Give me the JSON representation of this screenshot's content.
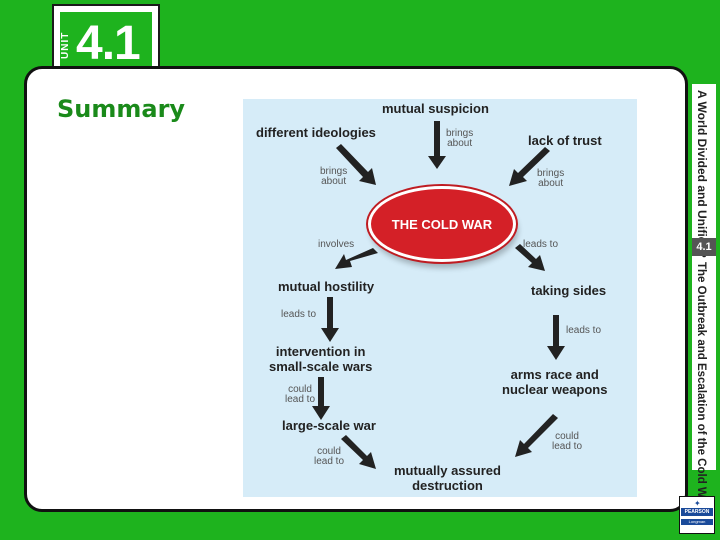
{
  "unit": {
    "word": "UNIT",
    "number": "4.1"
  },
  "slide_title": "Summary",
  "diagram": {
    "center": "THE COLD WAR",
    "nodes": {
      "mutual_suspicion": "mutual suspicion",
      "different_ideologies": "different ideologies",
      "lack_of_trust": "lack of trust",
      "mutual_hostility": "mutual hostility",
      "taking_sides": "taking sides",
      "intervention_line1": "intervention in",
      "intervention_line2": "small-scale wars",
      "arms_race_line1": "arms race and",
      "arms_race_line2": "nuclear weapons",
      "large_scale_war": "large-scale war",
      "mad_line1": "mutually assured",
      "mad_line2": "destruction"
    },
    "connectors": {
      "brings_about_1_line1": "brings",
      "brings_about_1_line2": "about",
      "brings_about_2_line1": "brings",
      "brings_about_2_line2": "about",
      "brings_about_3_line1": "brings",
      "brings_about_3_line2": "about",
      "involves": "involves",
      "leads_to_1": "leads to",
      "leads_to_2": "leads to",
      "leads_to_3": "leads to",
      "could_lead_1_line1": "could",
      "could_lead_1_line2": "lead to",
      "could_lead_2_line1": "could",
      "could_lead_2_line2": "lead to",
      "could_lead_3_line1": "could",
      "could_lead_3_line2": "lead to"
    }
  },
  "sidebar": {
    "chapter_title": "A World Divided and Unified?",
    "section_badge": "4.1",
    "section_title": "The Outbreak and Escalation of the Cold War"
  },
  "publisher": {
    "name": "PEARSON",
    "sub": "Longman"
  },
  "colors": {
    "background": "#1eb31e",
    "diagram_bg": "#d6ecf8",
    "center_red": "#d42027",
    "title_green": "#1a8a1a"
  },
  "icons": [
    "connector-arrow-icon",
    "publisher-logo-icon"
  ]
}
